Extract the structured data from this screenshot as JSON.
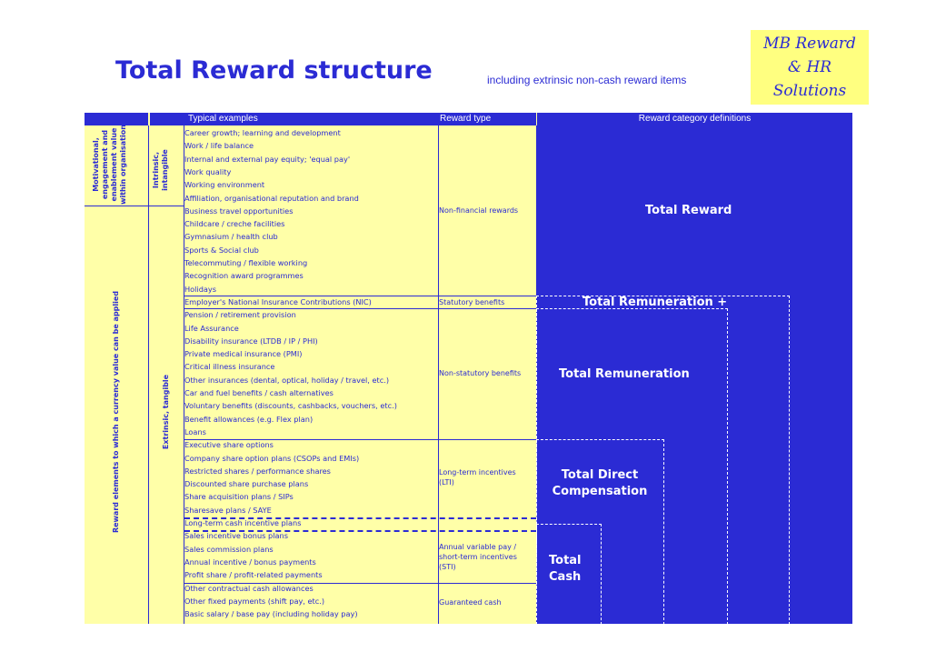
{
  "header": {
    "title": "Total Reward structure",
    "subtitle": "including extrinsic non-cash reward items"
  },
  "logo": {
    "lines": [
      "MB Reward",
      "& HR",
      "Solutions"
    ]
  },
  "columns": {
    "typical_examples": "Typical examples",
    "reward_type": "Reward type",
    "category_definitions": "Reward category definitions"
  },
  "side_labels": {
    "motivational": "Motivational, engagement and enablement value within organisation",
    "currency": "Reward elements to which a currency value can be applied",
    "intrinsic": "Intrinsic, intangible",
    "extrinsic": "Extrinsic, tangible"
  },
  "examples": [
    "Career growth; learning and development",
    "Work / life balance",
    "Internal and external pay equity; 'equal pay'",
    "Work quality",
    "Working environment",
    "Affiliation, organisational reputation and brand",
    "Business travel opportunities",
    "Childcare / creche facilities",
    "Gymnasium / health club",
    "Sports & Social club",
    "Telecommuting / flexible working",
    "Recognition award programmes",
    "Holidays",
    "Employer's National Insurance Contributions (NIC)",
    "Pension / retirement provision",
    "Life Assurance",
    "Disability insurance (LTDB / IP / PHI)",
    "Private medical insurance (PMI)",
    "Critical illness insurance",
    "Other insurances (dental, optical, holiday / travel, etc.)",
    "Car and fuel benefits / cash alternatives",
    "Voluntary benefits (discounts, cashbacks, vouchers, etc.)",
    "Benefit allowances (e.g. Flex plan)",
    "Loans",
    "Executive share options",
    "Company share option plans (CSOPs and EMIs)",
    "Restricted shares / performance shares",
    "Discounted share purchase plans",
    "Share acquisition plans / SIPs",
    "Sharesave plans / SAYE",
    "Long-term cash incentive plans",
    "Sales incentive bonus plans",
    "Sales commission plans",
    "Annual incentive / bonus payments",
    "Profit share / profit-related payments",
    "Other contractual cash allowances",
    "Other fixed payments (shift pay, etc.)",
    "Basic salary / base pay (including holiday pay)"
  ],
  "reward_types": {
    "non_financial": "Non-financial rewards",
    "statutory": "Statutory benefits",
    "non_statutory": "Non-statutory benefits",
    "lti": "Long-term incentives (LTI)",
    "sti": "Annual variable pay / short-term incentives (STI)",
    "guaranteed": "Guaranteed cash"
  },
  "categories": {
    "total_reward": "Total Reward",
    "total_remuneration_plus": "Total Remuneration +",
    "total_remuneration": "Total Remuneration",
    "total_direct_compensation": "Total Direct Compensation",
    "total_cash": "Total Cash"
  }
}
